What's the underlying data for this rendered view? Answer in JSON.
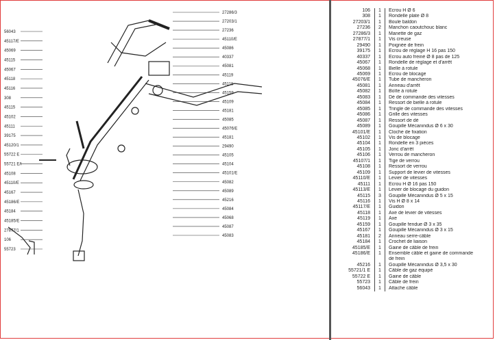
{
  "diagram": {
    "left_labels": [
      "56043",
      "45117/E",
      "45069",
      "45115",
      "45067",
      "45118",
      "45116",
      "308",
      "45115",
      "45102",
      "45111",
      "39175",
      "45120/1",
      "55722 E",
      "55721 E/I",
      "45108",
      "45110/E",
      "45167",
      "45186/E",
      "45184",
      "45185/E",
      "27877/1",
      "106",
      "55723"
    ],
    "right_labels": [
      "27286/3",
      "27203/1",
      "27236",
      "45110/E",
      "45086",
      "40337",
      "45081",
      "45119",
      "45118",
      "45159",
      "45109",
      "45181",
      "45085",
      "45076/E",
      "45181",
      "29490",
      "45105",
      "45104",
      "45101/E",
      "45082",
      "45089",
      "45216",
      "45084",
      "45068",
      "45087",
      "45083"
    ]
  },
  "parts": [
    {
      "ref": "106",
      "qty": "1",
      "desc": "Ecrou H Ø 6"
    },
    {
      "ref": "308",
      "qty": "1",
      "desc": "Rondelle plate Ø 8"
    },
    {
      "ref": "27203/1",
      "qty": "1",
      "desc": "Boule baldon"
    },
    {
      "ref": "27236",
      "qty": "2",
      "desc": "Manchon caoutchouc blanc"
    },
    {
      "ref": "27286/3",
      "qty": "1",
      "desc": "Manette de gaz"
    },
    {
      "ref": "27877/1",
      "qty": "1",
      "desc": "Vis creuse"
    },
    {
      "ref": "29490",
      "qty": "1",
      "desc": "Poignée de frein"
    },
    {
      "ref": "39175",
      "qty": "1",
      "desc": "Ecrou de réglage H 16 pas 150"
    },
    {
      "ref": "40337",
      "qty": "1",
      "desc": "Ecrou auto freiné Ø 8 pas de 125"
    },
    {
      "ref": "45067",
      "qty": "1",
      "desc": "Rondelle de réglage et d'arrêt"
    },
    {
      "ref": "45068",
      "qty": "1",
      "desc": "Bielle à rotule"
    },
    {
      "ref": "45069",
      "qty": "1",
      "desc": "Ecrou de blocage"
    },
    {
      "ref": "45076/E",
      "qty": "1",
      "desc": "Tube de mancheron"
    },
    {
      "ref": "45081",
      "qty": "1",
      "desc": "Anneau d'arrêt"
    },
    {
      "ref": "45082",
      "qty": "1",
      "desc": "Boîte à rotule"
    },
    {
      "ref": "45083",
      "qty": "1",
      "desc": "Dé de commande des vitesses"
    },
    {
      "ref": "45084",
      "qty": "1",
      "desc": "Ressort de bielle à rotule"
    },
    {
      "ref": "45085",
      "qty": "1",
      "desc": "Tringle de commande des vitesses"
    },
    {
      "ref": "45086",
      "qty": "1",
      "desc": "Grille des vitesses"
    },
    {
      "ref": "45087",
      "qty": "1",
      "desc": "Ressort de dé"
    },
    {
      "ref": "45089",
      "qty": "1",
      "desc": "Goupille Mécanindus Ø 6 x 30"
    },
    {
      "ref": "45101/E",
      "qty": "1",
      "desc": "Cloche de fixation"
    },
    {
      "ref": "45102",
      "qty": "1",
      "desc": "Vis de blocage"
    },
    {
      "ref": "45104",
      "qty": "1",
      "desc": "Rondelle en 3 pièces"
    },
    {
      "ref": "45105",
      "qty": "1",
      "desc": "Jonc d'arrêt"
    },
    {
      "ref": "45106",
      "qty": "1",
      "desc": "Verrou de mancheron"
    },
    {
      "ref": "45107/1",
      "qty": "1",
      "desc": "Tige de verrou"
    },
    {
      "ref": "45108",
      "qty": "1",
      "desc": "Ressort de verrou"
    },
    {
      "ref": "45109",
      "qty": "1",
      "desc": "Support de levier de vitesses"
    },
    {
      "ref": "45110/E",
      "qty": "1",
      "desc": "Levier de vitesses"
    },
    {
      "ref": "45111",
      "qty": "1",
      "desc": "Ecrou H Ø 16 pas 150"
    },
    {
      "ref": "45113/E",
      "qty": "1",
      "desc": "Levier de blocage du guidon"
    },
    {
      "ref": "45115",
      "qty": "3",
      "desc": "Goupille Mécanindus Ø 5 x 15"
    },
    {
      "ref": "45116",
      "qty": "1",
      "desc": "Vis H Ø 8 x 14"
    },
    {
      "ref": "45117/E",
      "qty": "1",
      "desc": "Guidon"
    },
    {
      "ref": "45118",
      "qty": "1",
      "desc": "Axe de levier de vitesses"
    },
    {
      "ref": "45119",
      "qty": "1",
      "desc": "Axe"
    },
    {
      "ref": "45159",
      "qty": "1",
      "desc": "Goupille fendue Ø 3 x 35"
    },
    {
      "ref": "45167",
      "qty": "1",
      "desc": "Goupille Mécanindus Ø 3 x 15"
    },
    {
      "ref": "45181",
      "qty": "2",
      "desc": "Anneau serre-câble"
    },
    {
      "ref": "45184",
      "qty": "1",
      "desc": "Crochet de liaison"
    },
    {
      "ref": "45185/E",
      "qty": "1",
      "desc": "Gaine de câble de frein"
    },
    {
      "ref": "45186/E",
      "qty": "1",
      "desc": "Ensemble câble et gaine de commande"
    },
    {
      "ref": "",
      "qty": "",
      "desc": "de frein"
    },
    {
      "ref": "45216",
      "qty": "1",
      "desc": "Goupille Mécanindus Ø 3,5 x 30"
    },
    {
      "ref": "55721/1 E",
      "qty": "1",
      "desc": "Câble de gaz équipé"
    },
    {
      "ref": "55722 E",
      "qty": "1",
      "desc": "Gaine de câble"
    },
    {
      "ref": "55723",
      "qty": "1",
      "desc": "Câble de frein"
    },
    {
      "ref": "56043",
      "qty": "1",
      "desc": "Attache câble"
    }
  ]
}
